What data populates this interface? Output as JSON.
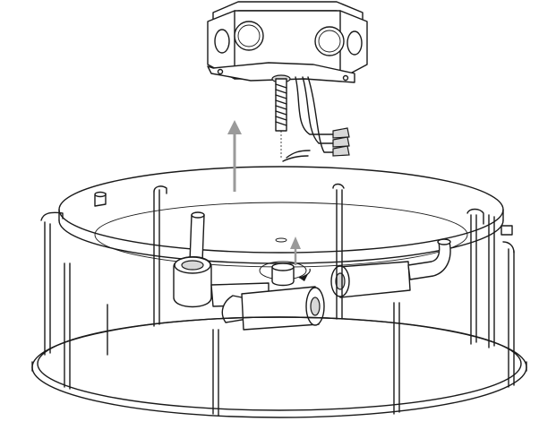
{
  "diagram": {
    "labels": [],
    "colors": {
      "line": "#1a1a1a",
      "arrow": "#9a9a9a",
      "fill": "#ffffff",
      "shade": "#d8d8d8"
    },
    "parts": [
      "junction-box",
      "mounting-screw",
      "wires",
      "canopy-ring",
      "cage-ring",
      "vertical-rods",
      "socket-arms",
      "center-nut"
    ]
  }
}
